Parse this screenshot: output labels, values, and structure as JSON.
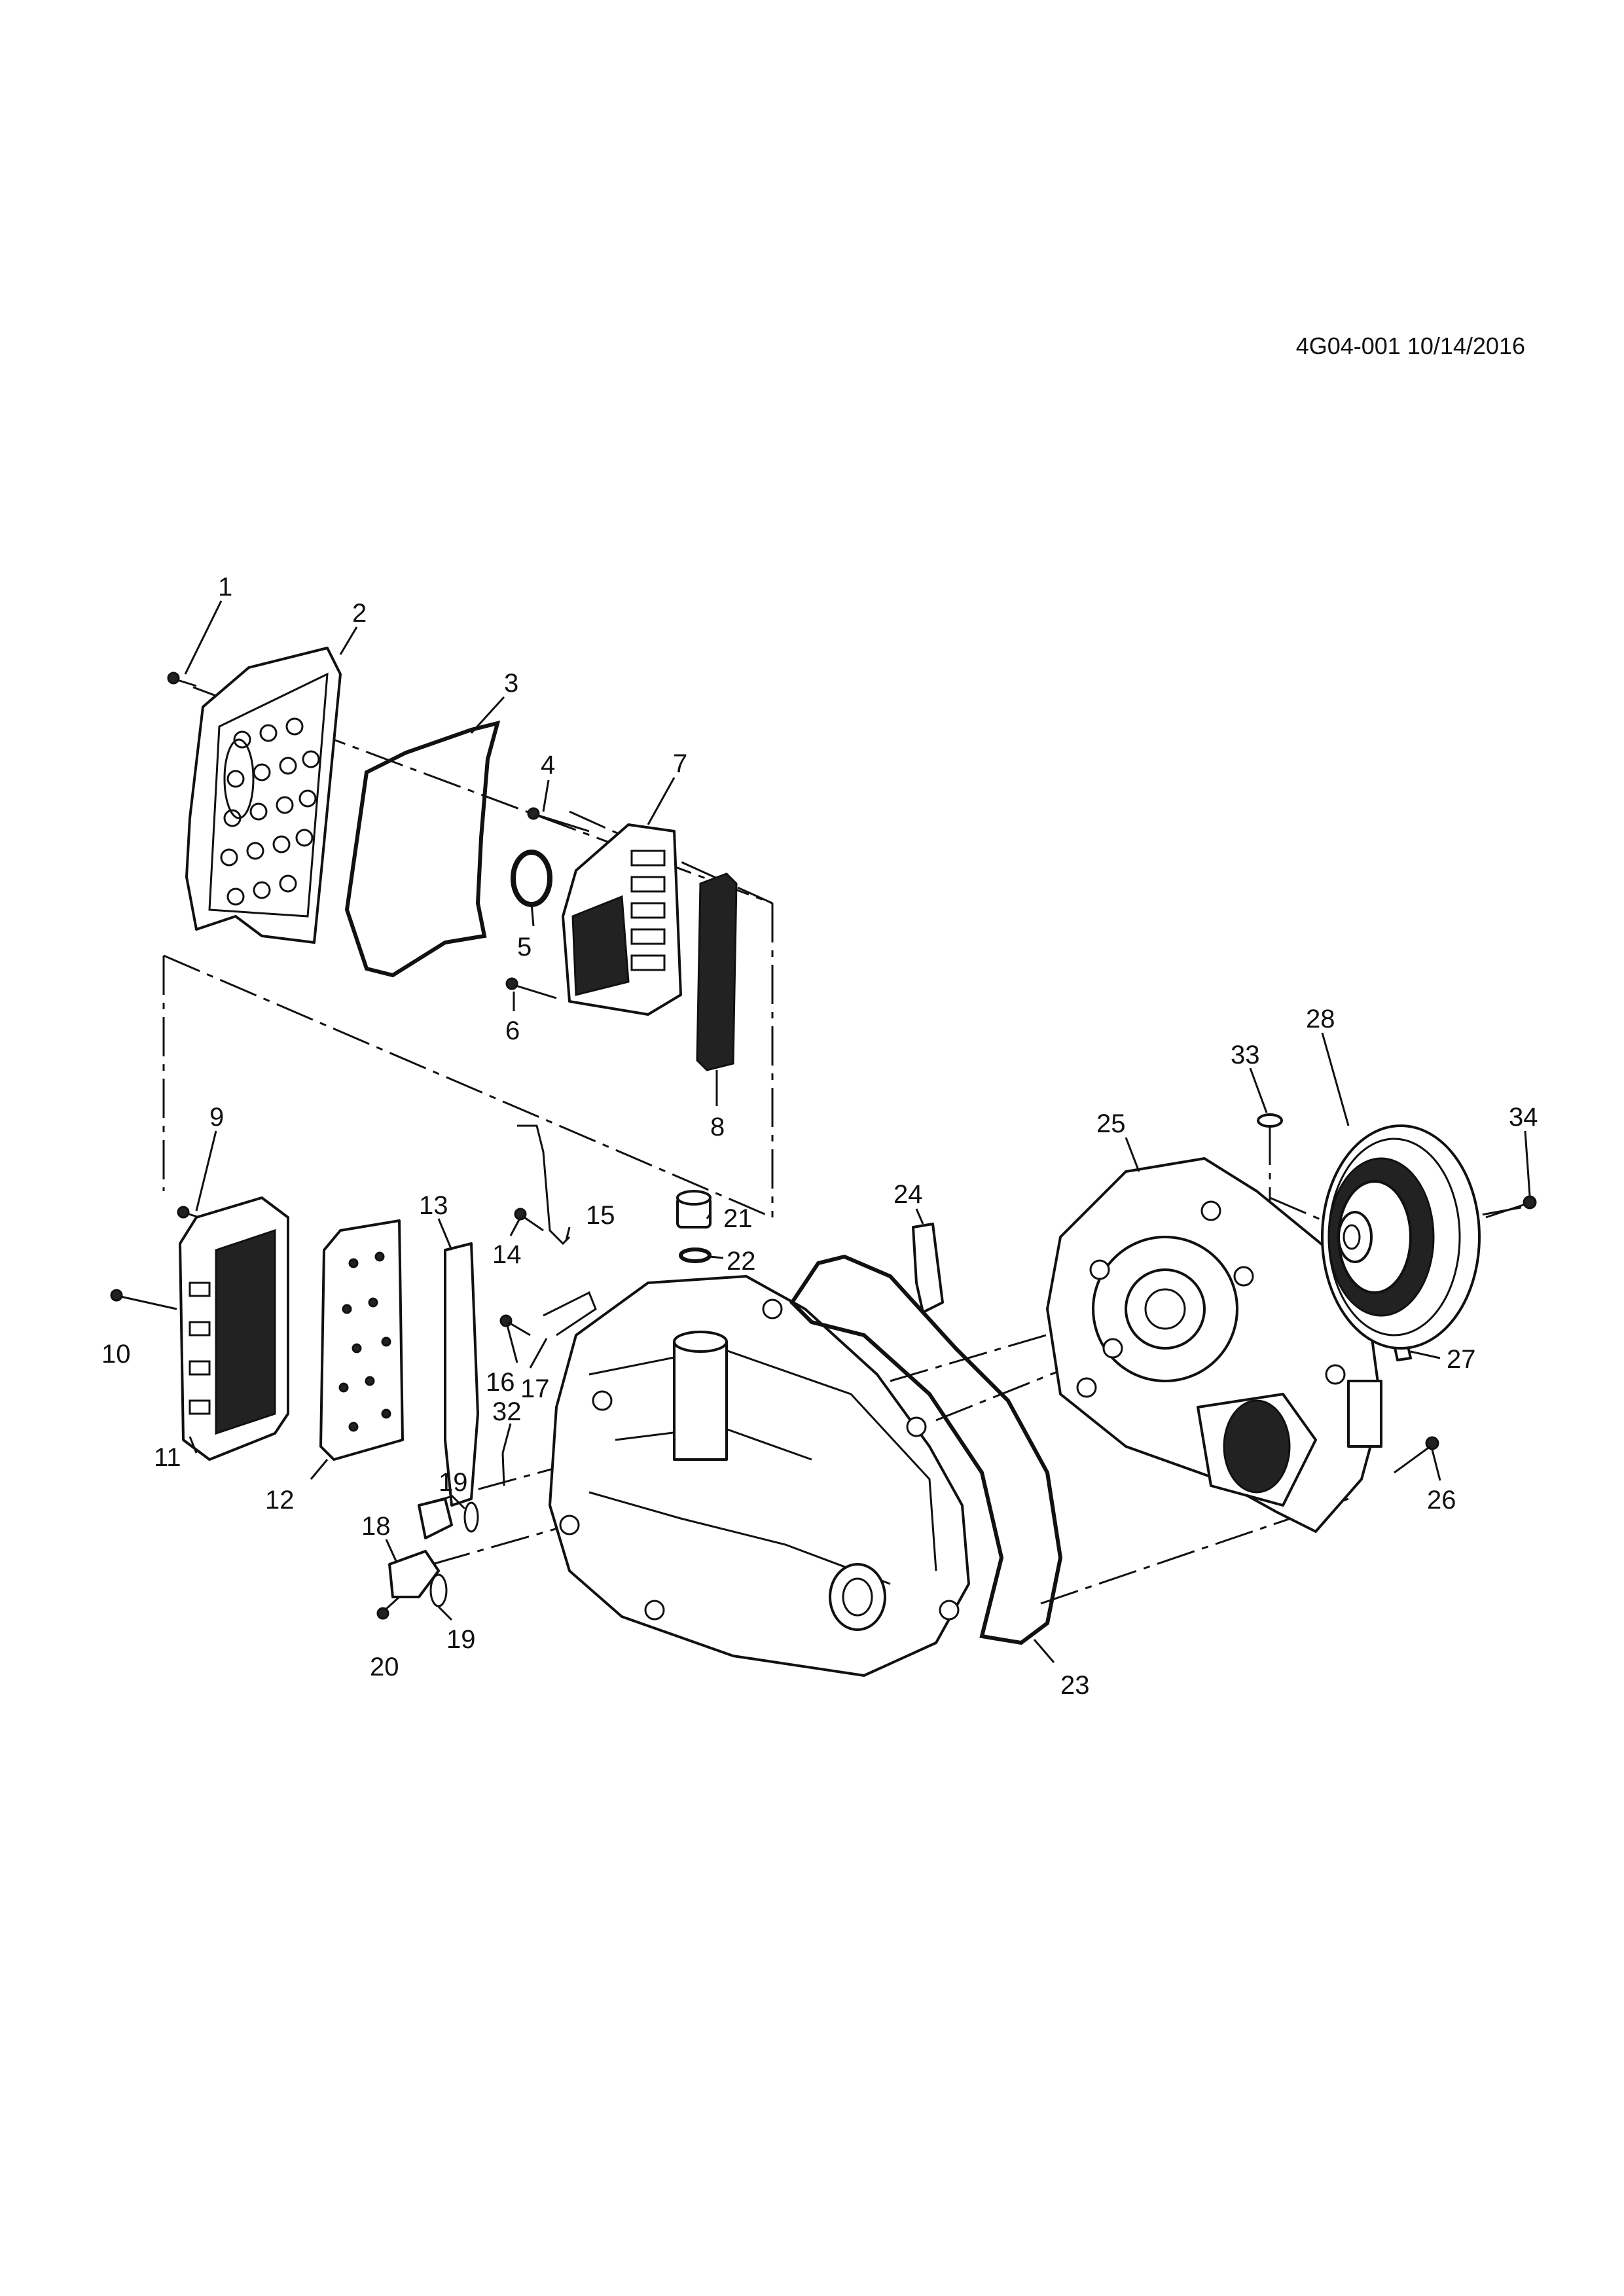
{
  "reference_code": "4G04-001 10/14/2016",
  "callouts": [
    "1",
    "2",
    "3",
    "4",
    "5",
    "6",
    "7",
    "8",
    "9",
    "10",
    "11",
    "12",
    "13",
    "14",
    "15",
    "16",
    "17",
    "18",
    "19",
    "19",
    "20",
    "21",
    "22",
    "23",
    "24",
    "25",
    "26",
    "27",
    "28",
    "32",
    "33",
    "34"
  ]
}
